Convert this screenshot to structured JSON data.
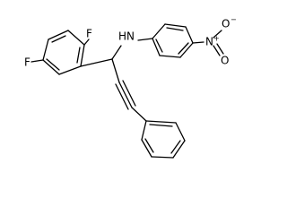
{
  "structure": {
    "atoms": {
      "fluoro_ortho": "F",
      "fluoro_para": "F",
      "amine_n": "N",
      "amine_h": "H",
      "nitro_n": "N",
      "nitro_plus": "+",
      "nitro_o_single": "O",
      "nitro_o_minus": "−",
      "nitro_o_double": "O"
    }
  }
}
